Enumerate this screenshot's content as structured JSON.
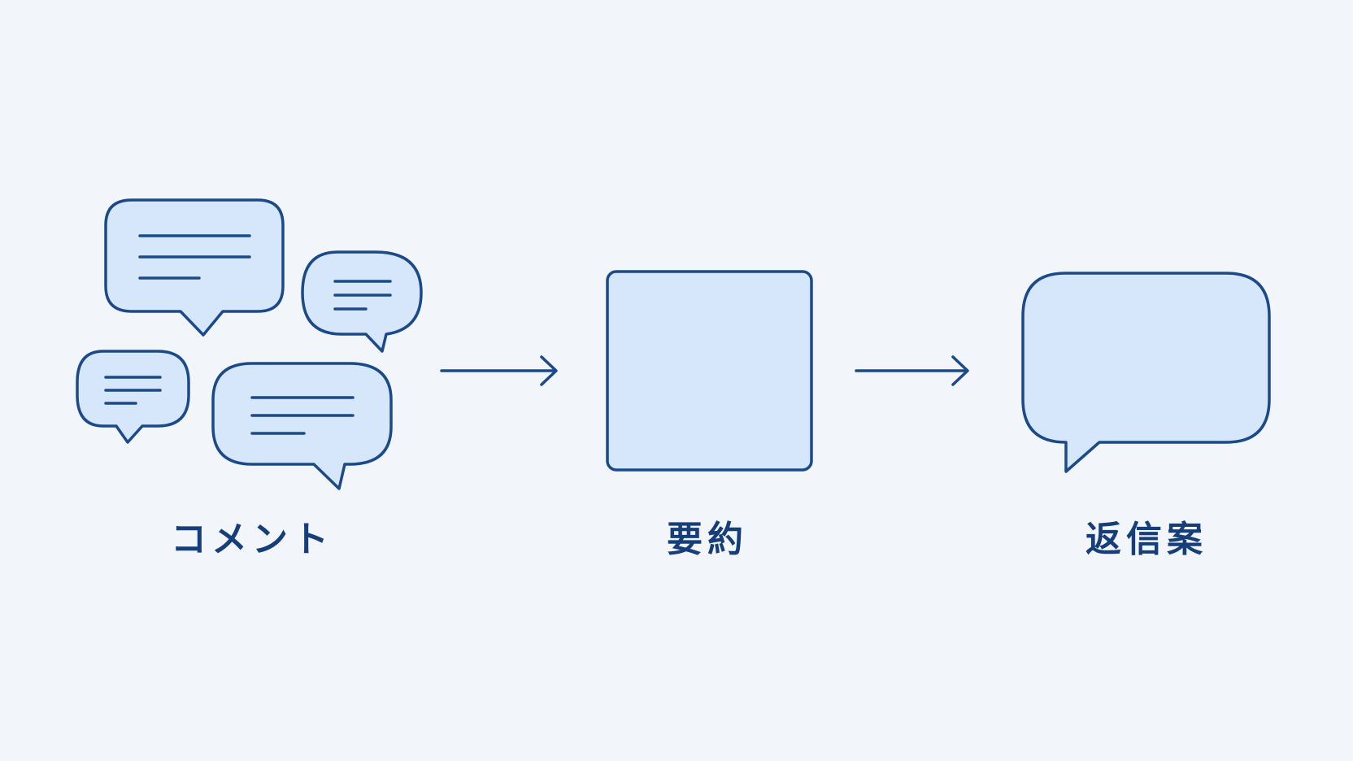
{
  "colors": {
    "background": "#f2f6fb",
    "stroke": "#1a4a8a",
    "fill": "#d6e6fb",
    "text": "#163f7a"
  },
  "steps": [
    {
      "label": "コメント",
      "icon": "speech-bubbles-icon"
    },
    {
      "label": "要約",
      "icon": "summary-box-icon"
    },
    {
      "label": "返信案",
      "icon": "reply-bubble-icon"
    }
  ],
  "connectors": [
    "arrow-right-icon",
    "arrow-right-icon"
  ]
}
